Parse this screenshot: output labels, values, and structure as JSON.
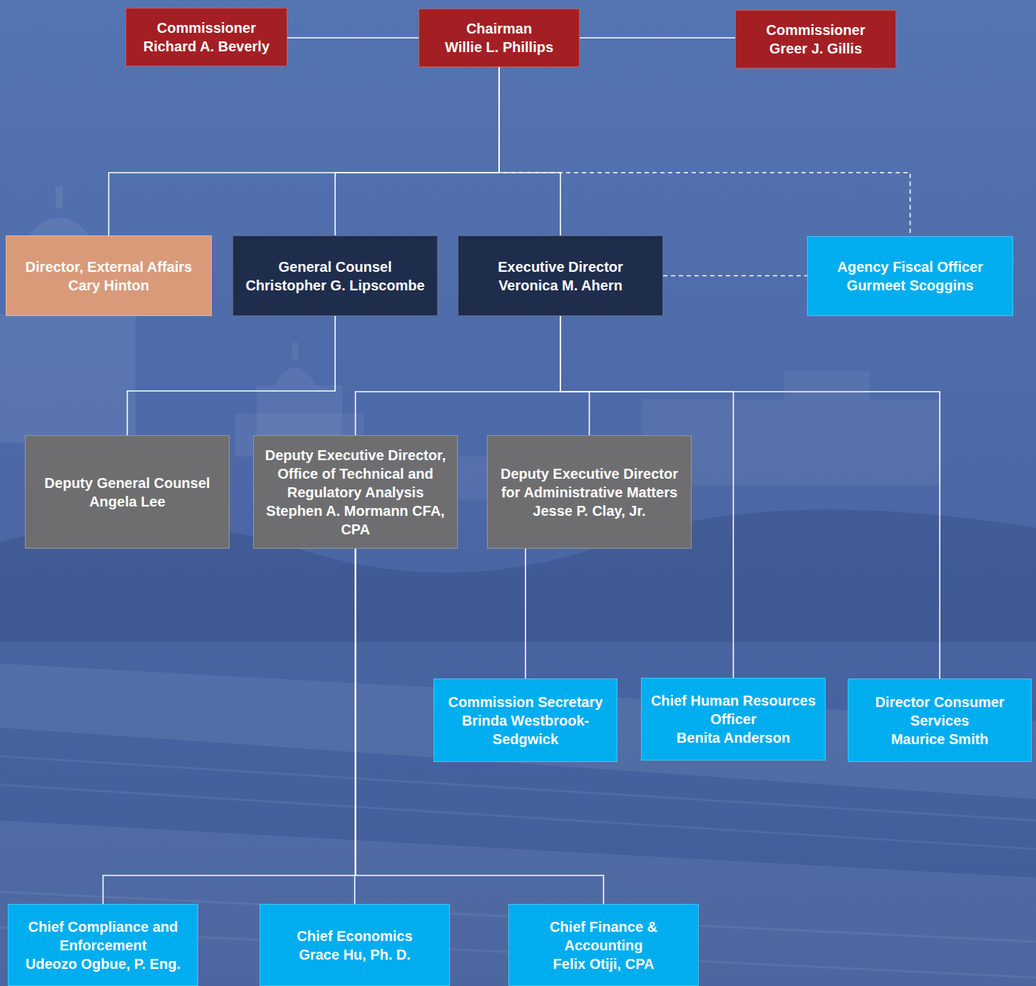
{
  "diagram": {
    "nodes": [
      {
        "text": [
          "Commissioner",
          "Richard A. Beverly"
        ]
      },
      {
        "text": [
          "Chairman",
          "Willie L. Phillips"
        ]
      },
      {
        "text": [
          "Commissioner",
          "Greer J. Gillis"
        ]
      },
      {
        "text": [
          "Director, External Affairs",
          "Cary Hinton"
        ]
      },
      {
        "text": [
          "General Counsel",
          "Christopher G. Lipscombe"
        ]
      },
      {
        "text": [
          "Executive Director",
          "Veronica M. Ahern"
        ]
      },
      {
        "text": [
          "Agency Fiscal Officer",
          "Gurmeet Scoggins"
        ]
      },
      {
        "text": [
          "Deputy General Counsel",
          "Angela Lee"
        ]
      },
      {
        "text": [
          "Deputy Executive Director, Office of Technical and Regulatory Analysis",
          "Stephen A. Mormann CFA, CPA"
        ]
      },
      {
        "text": [
          "Deputy Executive Director for Administrative Matters",
          "Jesse P. Clay, Jr."
        ]
      },
      {
        "text": [
          "Commission Secretary",
          "Brinda Westbrook-Sedgwick"
        ]
      },
      {
        "text": [
          "Chief Human Resources Officer",
          "Benita Anderson"
        ]
      },
      {
        "text": [
          "Director Consumer Services",
          "Maurice Smith"
        ]
      },
      {
        "text": [
          "Chief Compliance and Enforcement",
          "Udeozo Ogbue, P. Eng."
        ]
      },
      {
        "text": [
          "Chief Economics",
          "Grace Hu, Ph. D."
        ]
      },
      {
        "text": [
          "Chief Finance & Accounting",
          "Felix Otiji, CPA"
        ]
      }
    ],
    "edges": [
      {
        "from": 1,
        "to": 6,
        "arrow": "none"
      },
      {
        "from": 5,
        "to": 6,
        "arrow": "none"
      },
      {
        "from": 1,
        "to": 0,
        "arrow": "none"
      },
      {
        "from": 1,
        "to": 2,
        "arrow": "none"
      },
      {
        "from": 1,
        "to": 3,
        "arrow": "none"
      },
      {
        "from": 1,
        "to": 4,
        "arrow": "none"
      },
      {
        "from": 1,
        "to": 5,
        "arrow": "none"
      },
      {
        "from": 4,
        "to": 7,
        "arrow": "none"
      },
      {
        "from": 5,
        "to": 8,
        "arrow": "none"
      },
      {
        "from": 5,
        "to": 9,
        "arrow": "none"
      },
      {
        "from": 5,
        "to": 11,
        "arrow": "none"
      },
      {
        "from": 5,
        "to": 12,
        "arrow": "none"
      },
      {
        "from": 9,
        "to": 10,
        "arrow": "none"
      },
      {
        "from": 8,
        "to": 13,
        "arrow": "none"
      },
      {
        "from": 8,
        "to": 14,
        "arrow": "none"
      },
      {
        "from": 8,
        "to": 15,
        "arrow": "none"
      }
    ]
  }
}
